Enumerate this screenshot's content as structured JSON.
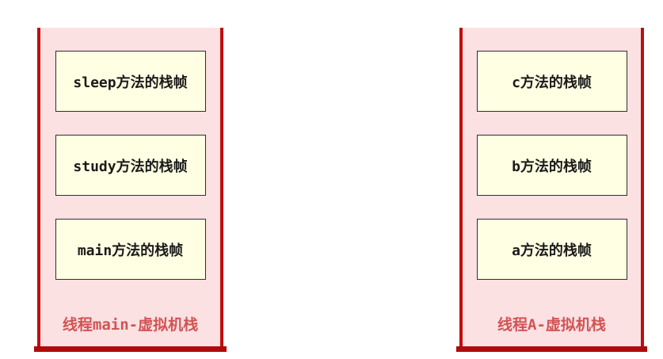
{
  "diagram": {
    "title": "jvm-virtual-machine-stacks",
    "stacks": [
      {
        "caption": "线程main-虚拟机栈",
        "frames": [
          "sleep方法的栈帧",
          "study方法的栈帧",
          "main方法的栈帧"
        ]
      },
      {
        "caption": "线程A-虚拟机栈",
        "frames": [
          "c方法的栈帧",
          "b方法的栈帧",
          "a方法的栈帧"
        ]
      }
    ],
    "colors": {
      "container_fill": "#fce1e3",
      "container_border": "#c00e0e",
      "bottom_bar": "#ae0b0b",
      "frame_fill": "#ffffe3",
      "frame_border": "#2e2e2e",
      "frame_text": "#1a1a1a",
      "caption_text": "#d05454"
    }
  }
}
